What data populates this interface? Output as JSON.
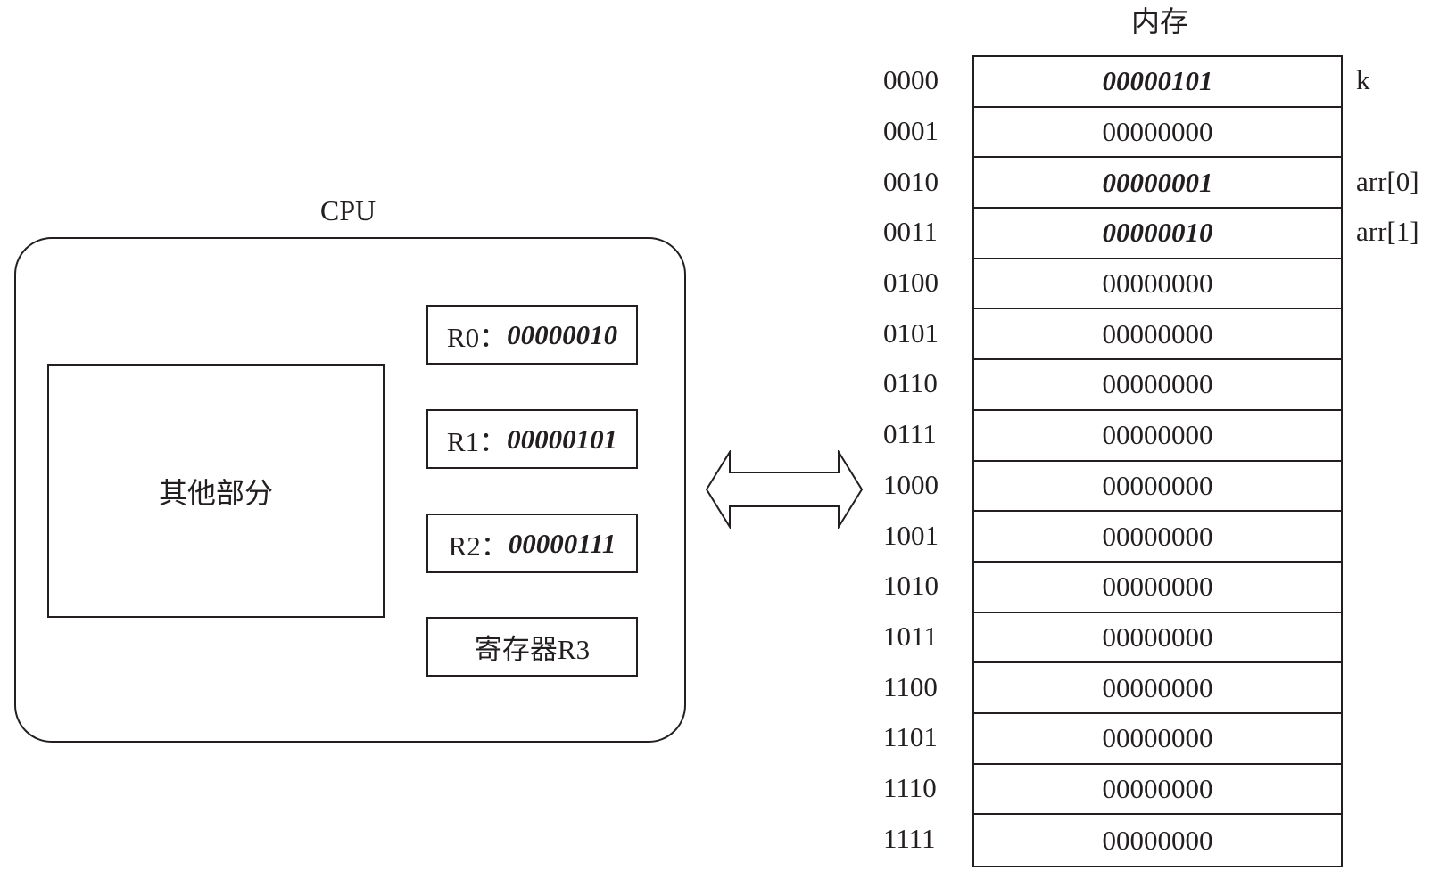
{
  "cpu": {
    "title": "CPU",
    "other_label": "其他部分",
    "registers": [
      {
        "name": "R0：",
        "value": "00000010"
      },
      {
        "name": "R1：",
        "value": "00000101"
      },
      {
        "name": "R2：",
        "value": "00000111"
      },
      {
        "name": "寄存器R3",
        "value": ""
      }
    ]
  },
  "memory": {
    "title": "内存",
    "rows": [
      {
        "addr": "0000",
        "value": "00000101",
        "label": "k",
        "highlight": true
      },
      {
        "addr": "0001",
        "value": "00000000",
        "label": "",
        "highlight": false
      },
      {
        "addr": "0010",
        "value": "00000001",
        "label": "arr[0]",
        "highlight": true
      },
      {
        "addr": "0011",
        "value": "00000010",
        "label": "arr[1]",
        "highlight": true
      },
      {
        "addr": "0100",
        "value": "00000000",
        "label": "",
        "highlight": false
      },
      {
        "addr": "0101",
        "value": "00000000",
        "label": "",
        "highlight": false
      },
      {
        "addr": "0110",
        "value": "00000000",
        "label": "",
        "highlight": false
      },
      {
        "addr": "0111",
        "value": "00000000",
        "label": "",
        "highlight": false
      },
      {
        "addr": "1000",
        "value": "00000000",
        "label": "",
        "highlight": false
      },
      {
        "addr": "1001",
        "value": "00000000",
        "label": "",
        "highlight": false
      },
      {
        "addr": "1010",
        "value": "00000000",
        "label": "",
        "highlight": false
      },
      {
        "addr": "1011",
        "value": "00000000",
        "label": "",
        "highlight": false
      },
      {
        "addr": "1100",
        "value": "00000000",
        "label": "",
        "highlight": false
      },
      {
        "addr": "1101",
        "value": "00000000",
        "label": "",
        "highlight": false
      },
      {
        "addr": "1110",
        "value": "00000000",
        "label": "",
        "highlight": false
      },
      {
        "addr": "1111",
        "value": "00000000",
        "label": "",
        "highlight": false
      }
    ]
  },
  "colors": {
    "line": "#231f20",
    "background": "#ffffff"
  }
}
